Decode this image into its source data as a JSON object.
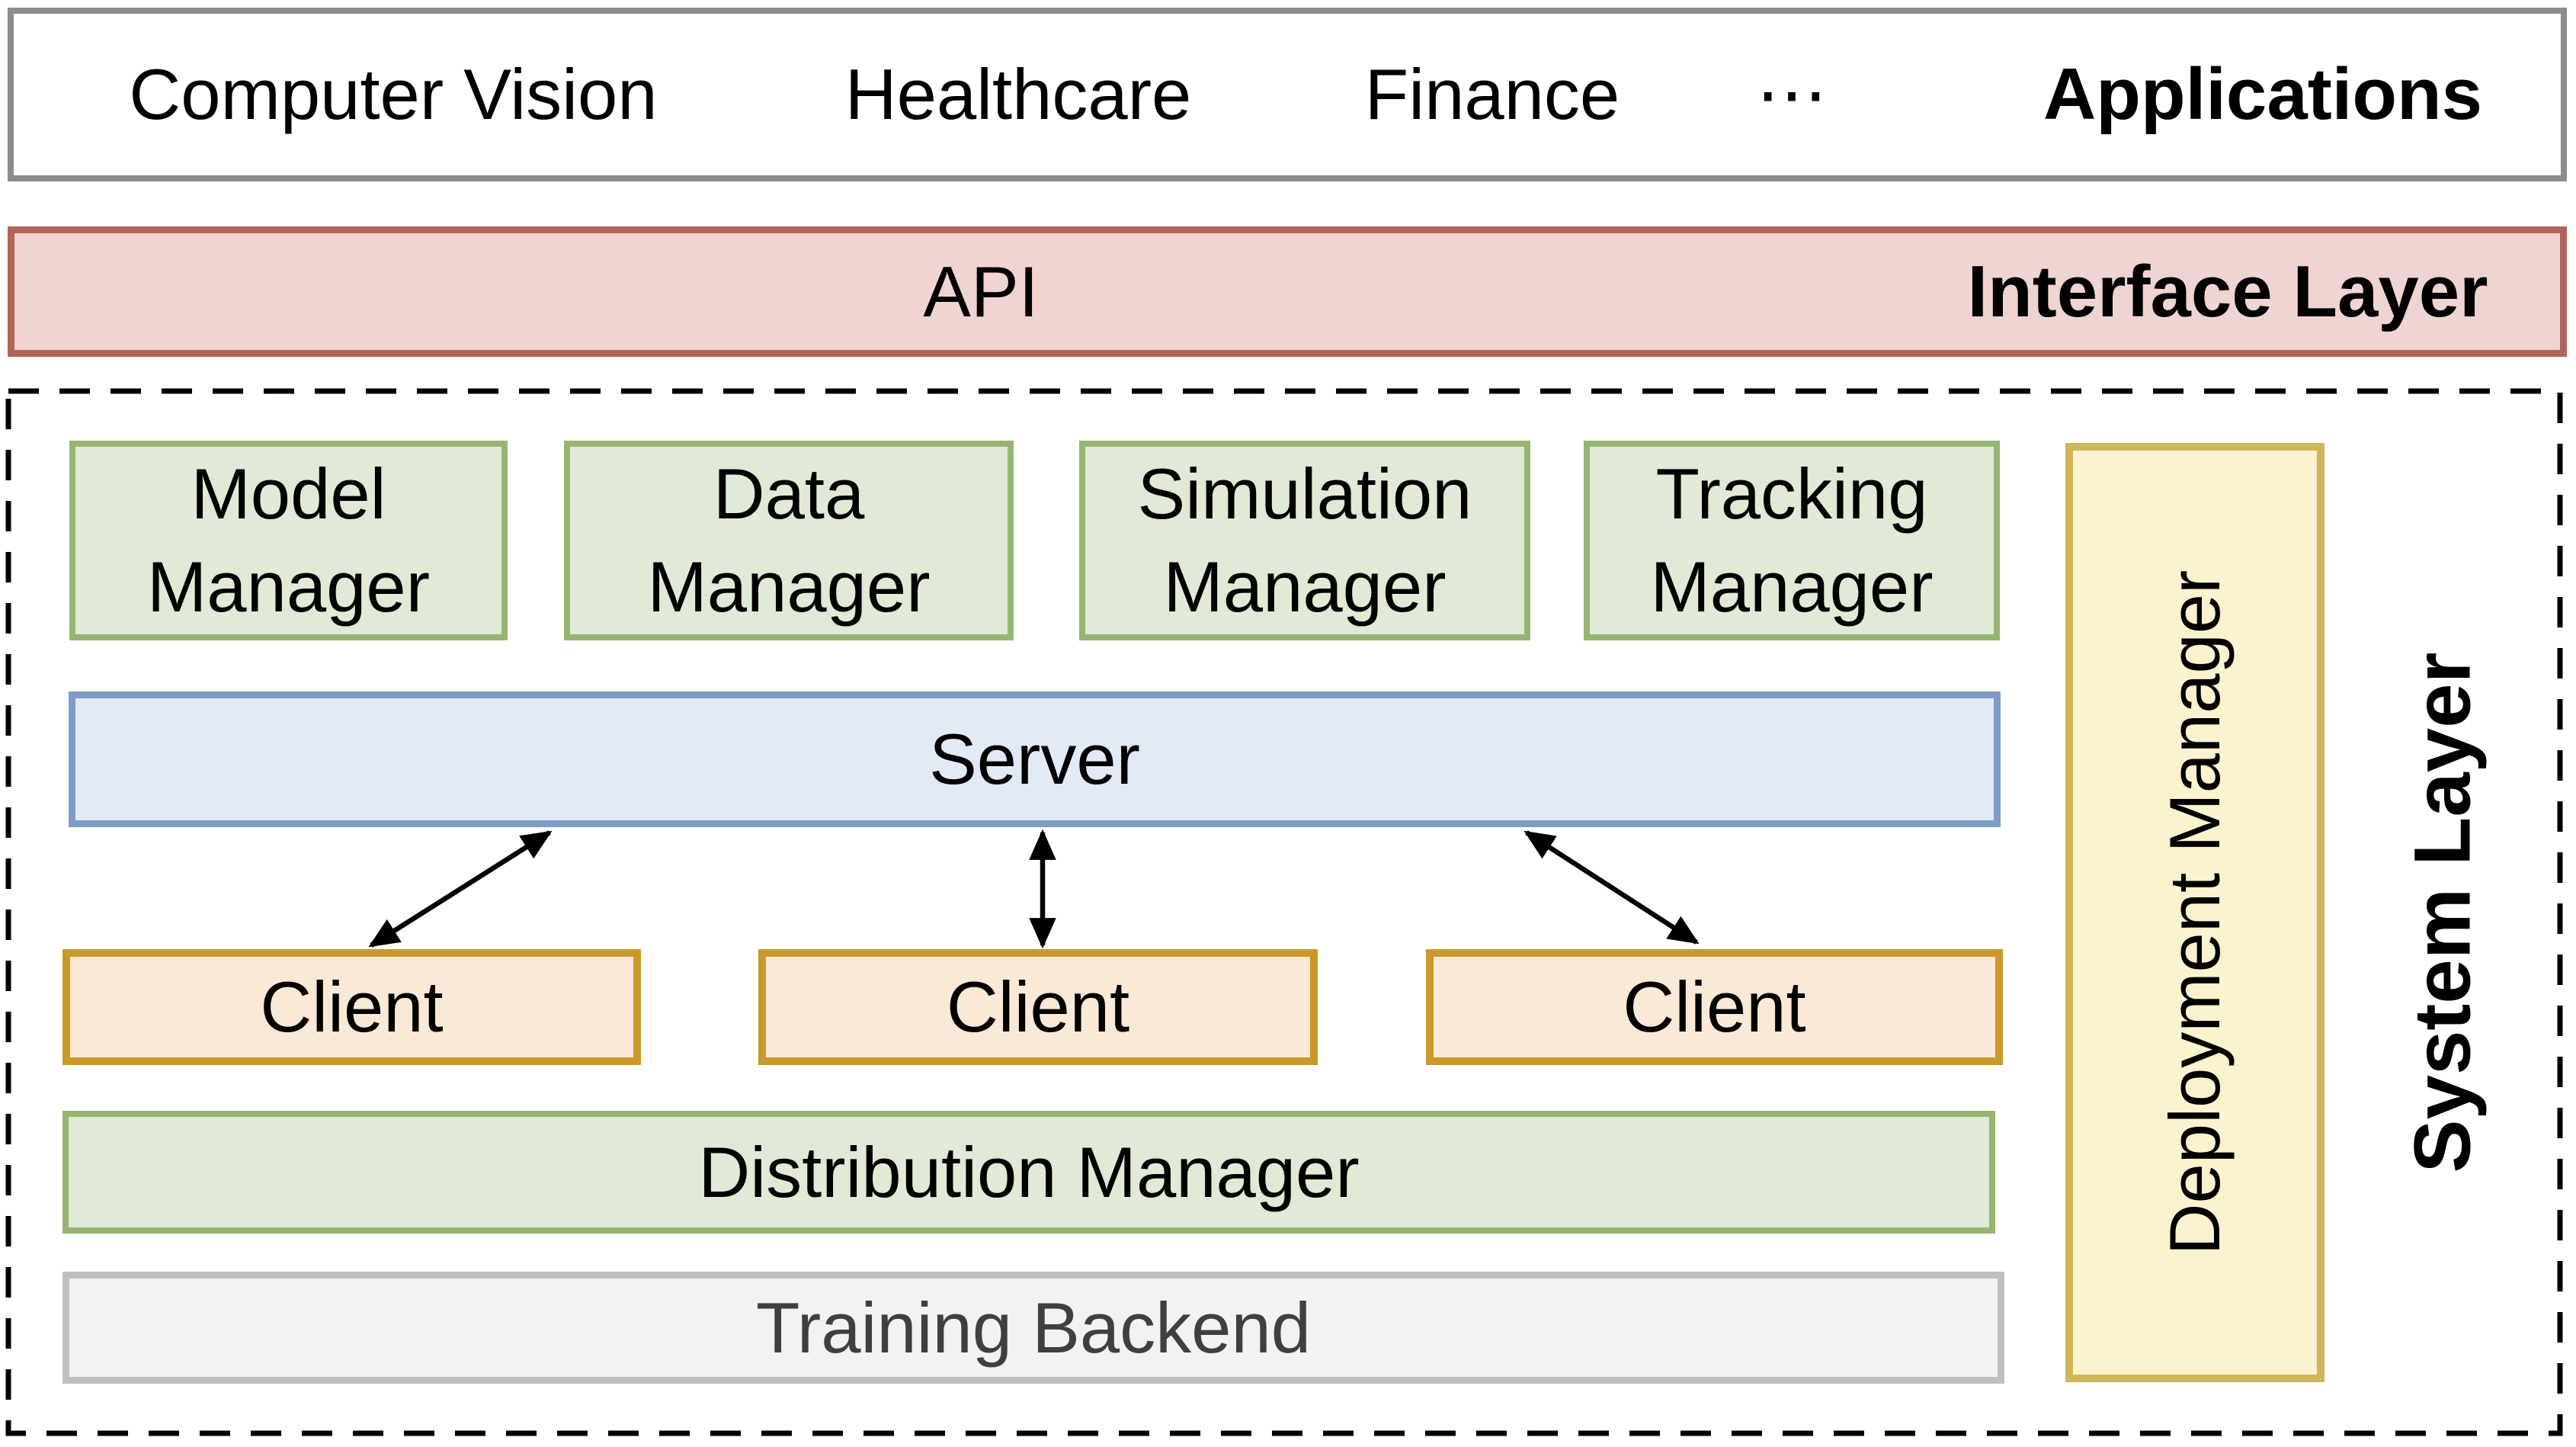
{
  "applications_row": {
    "items": [
      "Computer Vision",
      "Healthcare",
      "Finance",
      "⋯"
    ],
    "label": "Applications"
  },
  "interface_row": {
    "api_label": "API",
    "label": "Interface Layer"
  },
  "system": {
    "label": "System Layer",
    "managers": [
      {
        "line1": "Model",
        "line2": "Manager"
      },
      {
        "line1": "Data",
        "line2": "Manager"
      },
      {
        "line1": "Simulation",
        "line2": "Manager"
      },
      {
        "line1": "Tracking",
        "line2": "Manager"
      }
    ],
    "server_label": "Server",
    "clients": [
      "Client",
      "Client",
      "Client"
    ],
    "distribution_label": "Distribution Manager",
    "training_label": "Training Backend",
    "deployment_label": "Deployment Manager"
  },
  "palette": {
    "apps_border": "#8c8c8c",
    "interface_fill": "#f0d4d1",
    "interface_border": "#b26358",
    "green_fill": "#e0ead6",
    "green_border": "#96b573",
    "server_fill": "#e2eaf6",
    "server_border": "#7f9bc6",
    "client_fill": "#fae9d7",
    "client_border": "#c9992a",
    "deployment_fill": "#fbf2ce",
    "deployment_border": "#d0b65a",
    "training_fill": "#f2f2f2",
    "training_border": "#bfbfbf",
    "training_text": "#3f3f3f",
    "dashed_border": "#000000",
    "arrow": "#000000"
  }
}
